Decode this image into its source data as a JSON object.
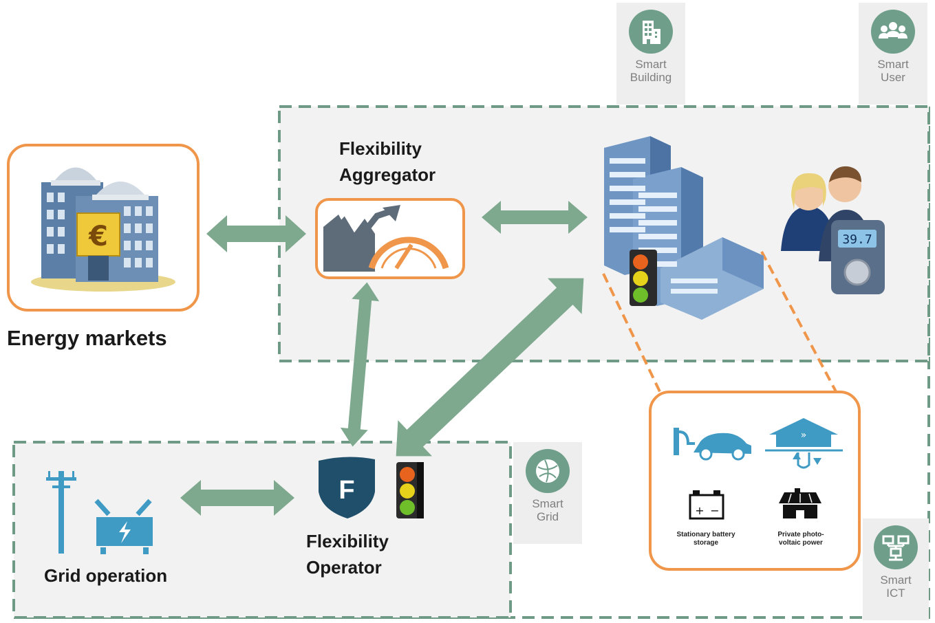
{
  "nodes": {
    "energy_markets": "Energy markets",
    "flex_aggregator_line1": "Flexibility",
    "flex_aggregator_line2": "Aggregator",
    "flex_operator_line1": "Flexibility",
    "flex_operator_line2": "Operator",
    "grid_operation": "Grid operation",
    "stationary_battery_line1": "Stationary battery",
    "stationary_battery_line2": "storage",
    "private_pv_line1": "Private photo-",
    "private_pv_line2": "voltaic power",
    "thermostat_value": "39.7",
    "operator_badge": "F"
  },
  "tags": {
    "smart_building": [
      "Smart",
      "Building"
    ],
    "smart_user": [
      "Smart",
      "User"
    ],
    "smart_grid": [
      "Smart",
      "Grid"
    ],
    "smart_ict": [
      "Smart",
      "ICT"
    ]
  },
  "colors": {
    "accent_orange": "#f0964a",
    "arrow_green": "#7fa98f",
    "dash_green": "#6e9a86",
    "tag_green": "#6f9f8a",
    "panel_gray": "#f2f2f2",
    "icon_blue": "#3f9bc4",
    "shield_navy": "#1f4f6b"
  },
  "icons": [
    "building-icon",
    "users-icon",
    "globe-icon",
    "network-icon",
    "trend-gauge-icon",
    "shield-icon",
    "traffic-light-icon",
    "power-pole-icon",
    "transformer-icon",
    "ev-charging-icon",
    "heat-pump-icon",
    "battery-icon",
    "solar-house-icon",
    "office-building-icon",
    "stock-exchange-icon",
    "people-icon",
    "thermostat-icon"
  ]
}
